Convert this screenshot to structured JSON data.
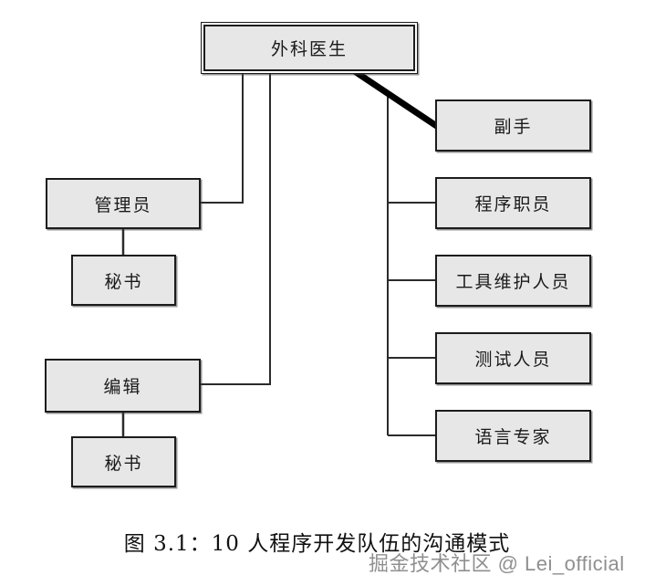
{
  "diagram": {
    "caption": "图 3.1：10 人程序开发队伍的沟通模式",
    "watermark": "掘金技术社区 @ Lei_official",
    "nodes": {
      "surgeon": {
        "label": "外科医生"
      },
      "copilot": {
        "label": "副手"
      },
      "admin": {
        "label": "管理员"
      },
      "admin_secretary": {
        "label": "秘书"
      },
      "editor": {
        "label": "编辑"
      },
      "editor_secretary": {
        "label": "秘书"
      },
      "program_clerk": {
        "label": "程序职员"
      },
      "toolsmith": {
        "label": "工具维护人员"
      },
      "tester": {
        "label": "测试人员"
      },
      "language_expert": {
        "label": "语言专家"
      }
    },
    "edges": [
      {
        "from": "surgeon",
        "to": "copilot",
        "style": "thick"
      },
      {
        "from": "surgeon",
        "to": "admin",
        "style": "thin"
      },
      {
        "from": "surgeon",
        "to": "editor",
        "style": "thin"
      },
      {
        "from": "admin",
        "to": "admin_secretary",
        "style": "thin"
      },
      {
        "from": "editor",
        "to": "editor_secretary",
        "style": "thin"
      },
      {
        "from": "surgeon",
        "to": "program_clerk",
        "style": "thin"
      },
      {
        "from": "surgeon",
        "to": "toolsmith",
        "style": "thin"
      },
      {
        "from": "surgeon",
        "to": "tester",
        "style": "thin"
      },
      {
        "from": "surgeon",
        "to": "language_expert",
        "style": "thin"
      }
    ],
    "colors": {
      "node_fill": "#e7e7e7",
      "node_border": "#1c1c1c",
      "connector": "#2b2b2b",
      "thick_link": "#000000",
      "watermark_text": "#8f8f8f",
      "background": "#ffffff"
    }
  }
}
